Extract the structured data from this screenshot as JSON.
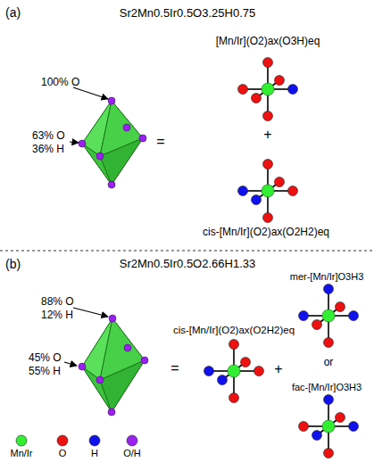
{
  "diagram": {
    "labels": [
      "(a)",
      "Sr2Mn0.5Ir0.5O3.25H0.75",
      "100% O",
      "63% O",
      "36% H",
      "=",
      "[Mn/Ir](O2)ax(O3H)eq",
      "+",
      "cis-[Mn/Ir](O2)ax(O2H2)eq",
      "(b)",
      "Sr2Mn0.5Ir0.5O2.66H1.33",
      "88% O",
      "12% H",
      "45% O",
      "55% H",
      "=",
      "cis-[Mn/Ir](O2)ax(O2H2)eq",
      "+",
      "mer-[Mn/Ir]O3H3",
      "or",
      "fac-[Mn/Ir]O3H3"
    ],
    "legend": [
      {
        "text": "Mn/Ir",
        "color": "#33ee33"
      },
      {
        "text": "O",
        "color": "#ee1111"
      },
      {
        "text": "H",
        "color": "#1111ee"
      },
      {
        "text": "O/H",
        "color": "#9922ee"
      }
    ]
  }
}
